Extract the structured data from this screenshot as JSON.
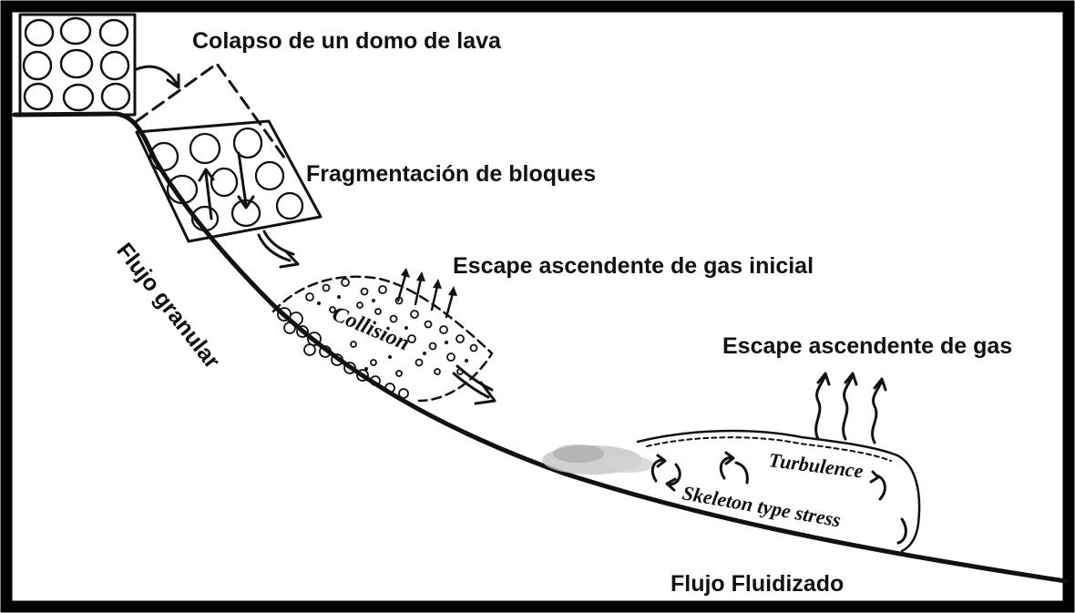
{
  "labels": {
    "lava_dome_collapse": "Colapso de un domo de lava",
    "block_fragmentation": "Fragmentación de bloques",
    "initial_gas_escape": "Escape ascendente de gas inicial",
    "granular_flow": "Flujo granular",
    "collision": "Collision",
    "gas_escape": "Escape ascendente de gas",
    "turbulence": "Turbulence",
    "skeleton_stress": "Skeleton type stress",
    "fluidized_flow": "Flujo Fluidizado"
  },
  "colors": {
    "ink": "#111111",
    "background": "#ffffff",
    "dust": "#b9b9b9"
  }
}
